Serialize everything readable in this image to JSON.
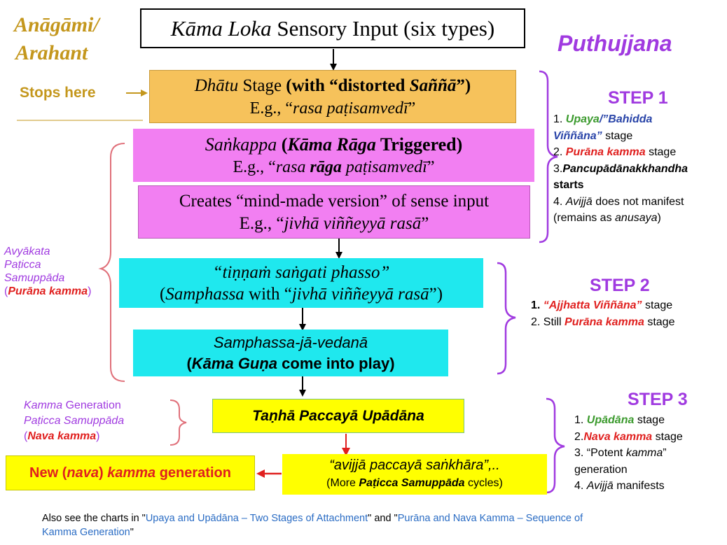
{
  "left_top": {
    "line1": "Anāgāmi/",
    "line2": "Arahant",
    "stops": "Stops here"
  },
  "right_title": "Puthujjana",
  "boxes": {
    "kama_loka": {
      "italic": "Kāma Loka",
      "rest": " Sensory Input (six types)"
    },
    "dhatu": {
      "italic": "Dhātu",
      "mid": " Stage ",
      "bold": "(with “distorted ",
      "bold_italic": "Saññā",
      "bold_end": "”)",
      "eg": "E.g., “",
      "eg_italic": "rasa paṭisamvedī",
      "eg_end": "”"
    },
    "sankappa": {
      "italic": "Saṅkappa",
      "open": " (",
      "bold_italic": "Kāma Rāga",
      "bold": " Triggered)",
      "eg": "E.g., “",
      "eg_i1": "rasa ",
      "eg_bi": "rāga",
      "eg_i2": " paṭisamvedī",
      "eg_end": "”"
    },
    "mind_made": {
      "line1": "Creates “mind-made version” of sense input",
      "eg": "E.g., “",
      "eg_italic": "jivhā viññeyyā rasā",
      "eg_end": "”"
    },
    "phasso": {
      "line1": "“tiṇṇaṁ saṅgati phasso”",
      "l2a": "(",
      "l2i": "Samphassa",
      "l2b": " with “",
      "l2i2": "jivhā viññeyyā rasā",
      "l2c": "”)"
    },
    "vedana": {
      "line1": "Samphassa-jā-vedanā",
      "open": "(",
      "bold_italic": "Kāma Guṇa",
      "bold": " come into play)"
    },
    "tanha": "Taṇhā Paccayā Upādāna",
    "avijja": {
      "line1": "“avijjā paccayā saṅkhāra”,..",
      "l2a": "(More ",
      "l2b": "Paṭicca Samuppāda",
      "l2c": " cycles)"
    },
    "new_kamma": {
      "a": "New (",
      "b": "nava",
      "c": ") ",
      "d": "kamma",
      "e": " generation"
    }
  },
  "left_labels": {
    "avyakata": {
      "l1": "Avyākata",
      "l2": "Paṭicca",
      "l3": "Samuppāda",
      "l4a": "(",
      "l4b": "Purāna kamma",
      "l4c": ")"
    },
    "kamma_gen": {
      "l1a": "Kamma",
      "l1b": " Generation",
      "l2": "Paṭicca Samuppāda",
      "l3a": "(",
      "l3b": "Nava kamma",
      "l3c": ")"
    }
  },
  "step1": {
    "title": "STEP 1",
    "i1_num": "1. ",
    "i1_a": "Upaya",
    "i1_b": "/”Bahidda",
    "i1_c": "Viññāna”",
    "i1_d": " stage",
    "i2_num": "2. ",
    "i2_a": "Purāna kamma",
    "i2_b": " stage",
    "i3_num": "3.",
    "i3_a": "Pancupādānakkhandha",
    "i3_b": "starts",
    "i4_num": "4. ",
    "i4_a": "Avijjā",
    "i4_b": " does not manifest",
    "i4_c": "(remains as ",
    "i4_d": "anusaya",
    "i4_e": ")"
  },
  "step2": {
    "title": "STEP 2",
    "i1_num": "1. ",
    "i1_a": "“Ajjhatta Viññāna”",
    "i1_b": " stage",
    "i2_num": "2. ",
    "i2_a": "Still ",
    "i2_b": "Purāna kamma",
    "i2_c": " stage"
  },
  "step3": {
    "title": "STEP 3",
    "i1_num": "1. ",
    "i1_a": "Upādāna",
    "i1_b": " stage",
    "i2_num": "2.",
    "i2_a": "Nava kamma",
    "i2_b": " stage",
    "i3": "3. “Potent ",
    "i3_i": "kamma",
    "i3_b": "”",
    "i3_c": "generation",
    "i4_num": "4. ",
    "i4_a": "Avijjā",
    "i4_b": " manifests"
  },
  "footer": {
    "a": "Also see the charts in \"",
    "link1": "Upaya and Upādāna – Two Stages of Attachment",
    "b": "\" and \"",
    "link2a": "Purāna and Nava Kamma – Sequence of",
    "link2b": "Kamma Generation",
    "c": "\""
  },
  "colors": {
    "orange": "#f6c25b",
    "pink": "#f27ff2",
    "cyan": "#1fe8ee",
    "yellow": "#ffff00",
    "gold_text": "#c4971d",
    "purple": "#a03ae0",
    "red": "#e0201f",
    "green": "#3b9a2d",
    "blue": "#2944a8"
  }
}
